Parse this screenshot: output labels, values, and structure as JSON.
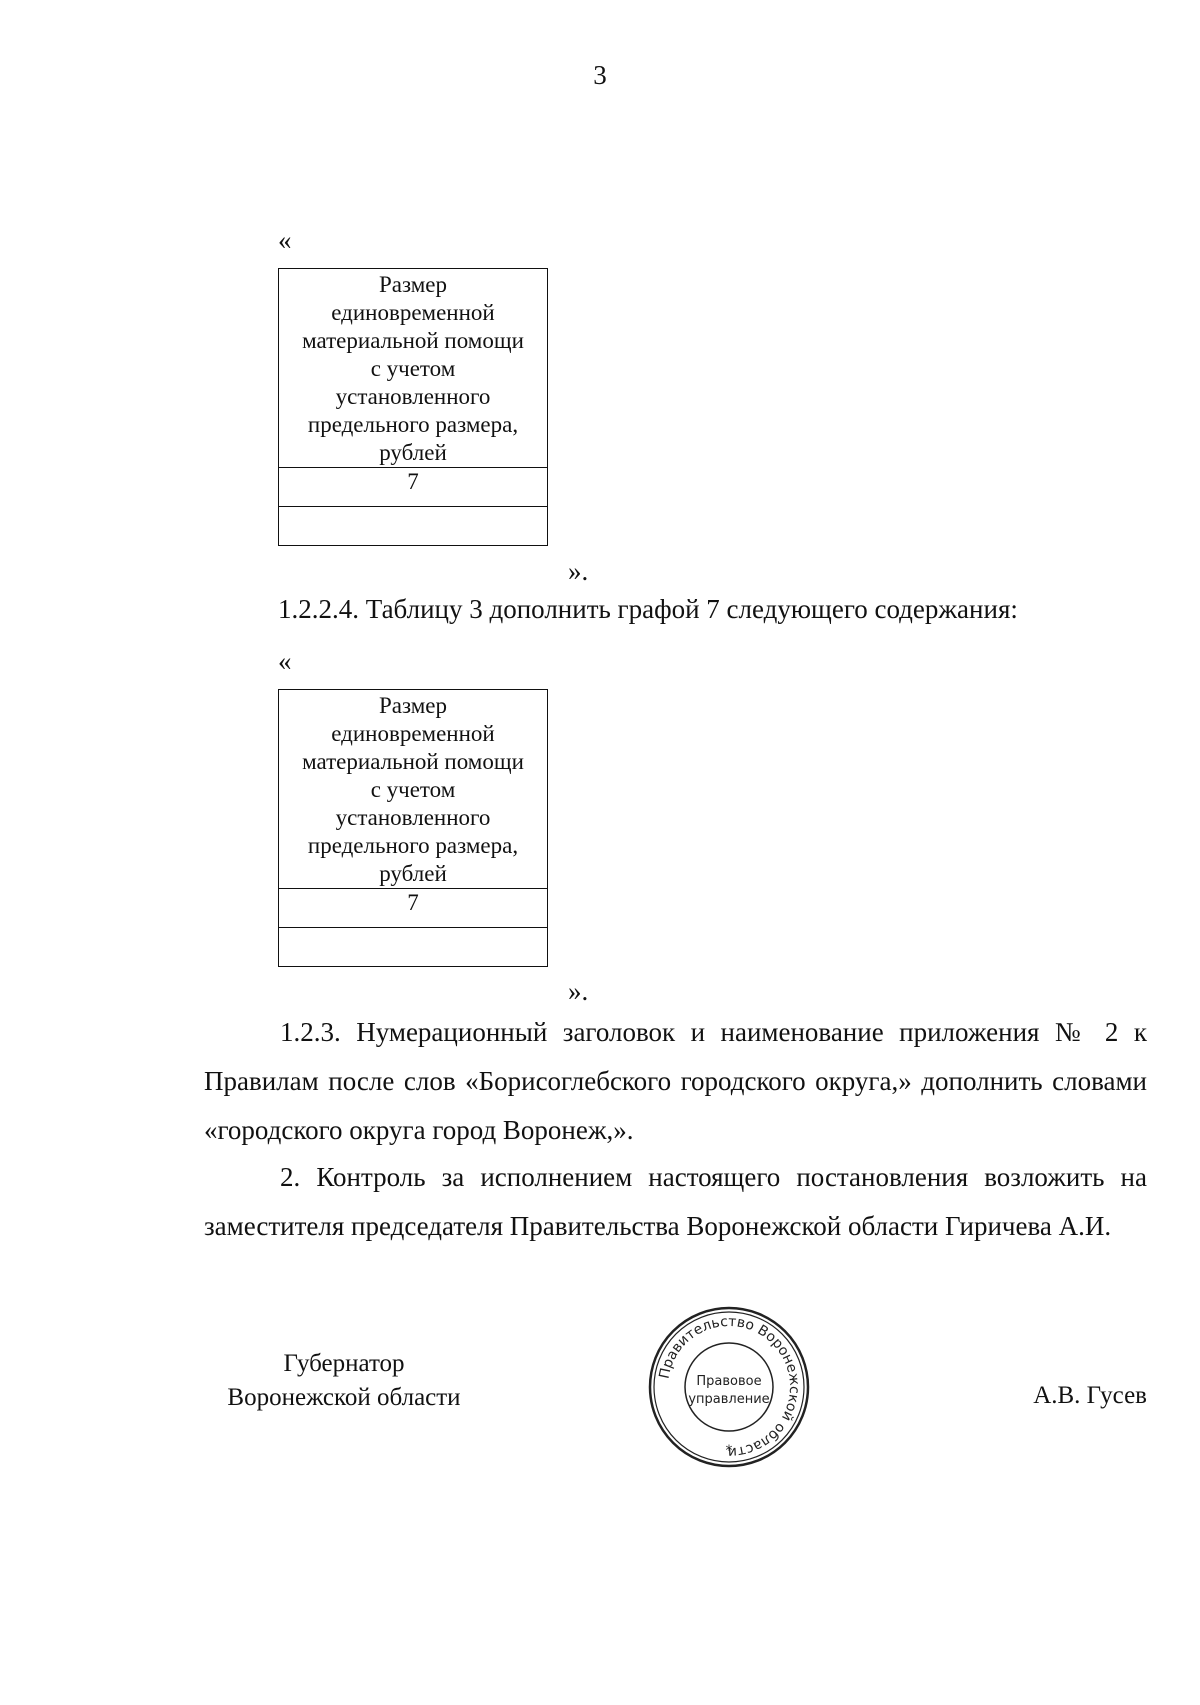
{
  "page_number": "3",
  "table1": {
    "open_quote": "«",
    "header_lines": [
      "Размер",
      "единовременной",
      "материальной помощи",
      "с учетом",
      "установленного",
      "предельного размера,",
      "рублей"
    ],
    "column_number": "7",
    "close_quote": "»."
  },
  "item_1224": "1.2.2.4. Таблицу 3 дополнить графой 7 следующего содержания:",
  "table2": {
    "open_quote": "«",
    "header_lines": [
      "Размер",
      "единовременной",
      "материальной помощи",
      "с учетом",
      "установленного",
      "предельного размера,",
      "рублей"
    ],
    "column_number": "7",
    "close_quote": "»."
  },
  "item_123": "1.2.3. Нумерационный заголовок и наименование приложения № 2 к Правилам после слов «Борисоглебского городского округа,» дополнить словами «городского округа город Воронеж,».",
  "item_2": "2. Контроль за исполнением настоящего постановления возложить на заместителя председателя Правительства Воронежской области Гиричева А.И.",
  "signature": {
    "position_line1": "Губернатор",
    "position_line2": "Воронежской области",
    "name": "А.В. Гусев"
  },
  "stamp": {
    "ring_text": "Правительство Воронежской области",
    "center_line1": "Правовое",
    "center_line2": "управление",
    "star": "*"
  }
}
